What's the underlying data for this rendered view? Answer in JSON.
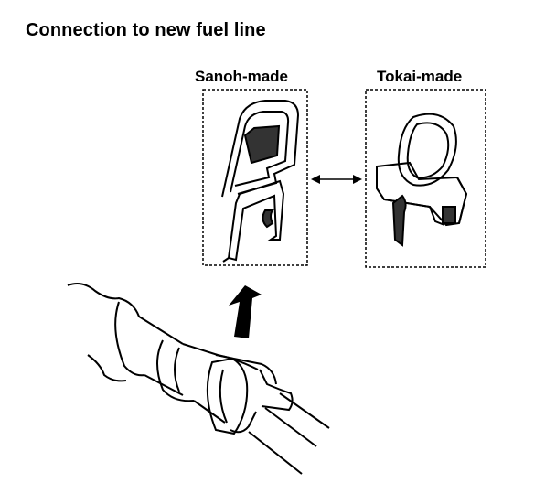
{
  "title": "Connection to new fuel line",
  "variants": {
    "left_label": "Sanoh-made",
    "right_label": "Tokai-made"
  },
  "icons": {
    "sanoh_clip": "sanoh-retainer-clip",
    "tokai_clip": "tokai-retainer-clip",
    "direction_arrow": "up-arrow",
    "equivalence": "double-headed-arrow",
    "fuel_line": "fuel-line-connector"
  }
}
